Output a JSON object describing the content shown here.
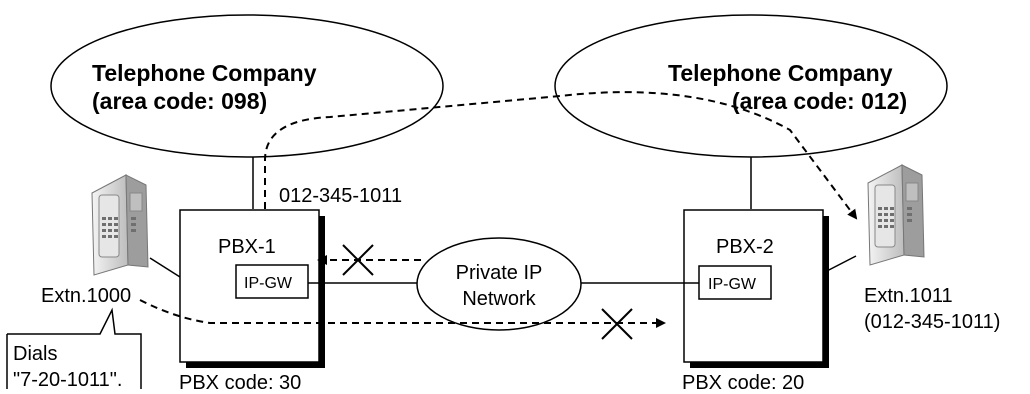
{
  "left_company": {
    "name": "Telephone Company",
    "area_code": "(area code: 098)"
  },
  "right_company": {
    "name": "Telephone Company",
    "area_code": "(area code: 012)"
  },
  "dialed_trunk_number": "012-345-1011",
  "pbx1": {
    "name": "PBX-1",
    "gateway": "IP-GW",
    "code_label": "PBX code: 30"
  },
  "pbx2": {
    "name": "PBX-2",
    "gateway": "IP-GW",
    "code_label": "PBX code: 20"
  },
  "network": {
    "line1": "Private IP",
    "line2": "Network"
  },
  "left_extension": {
    "label": "Extn.1000",
    "callout_line1": "Dials",
    "callout_line2": "\"7-20-1011\"."
  },
  "right_extension": {
    "label": "Extn.1011",
    "number": "(012-345-1011)"
  },
  "icons": {
    "phone": "desk-telephone-icon",
    "blocked": "x-cross-icon"
  }
}
